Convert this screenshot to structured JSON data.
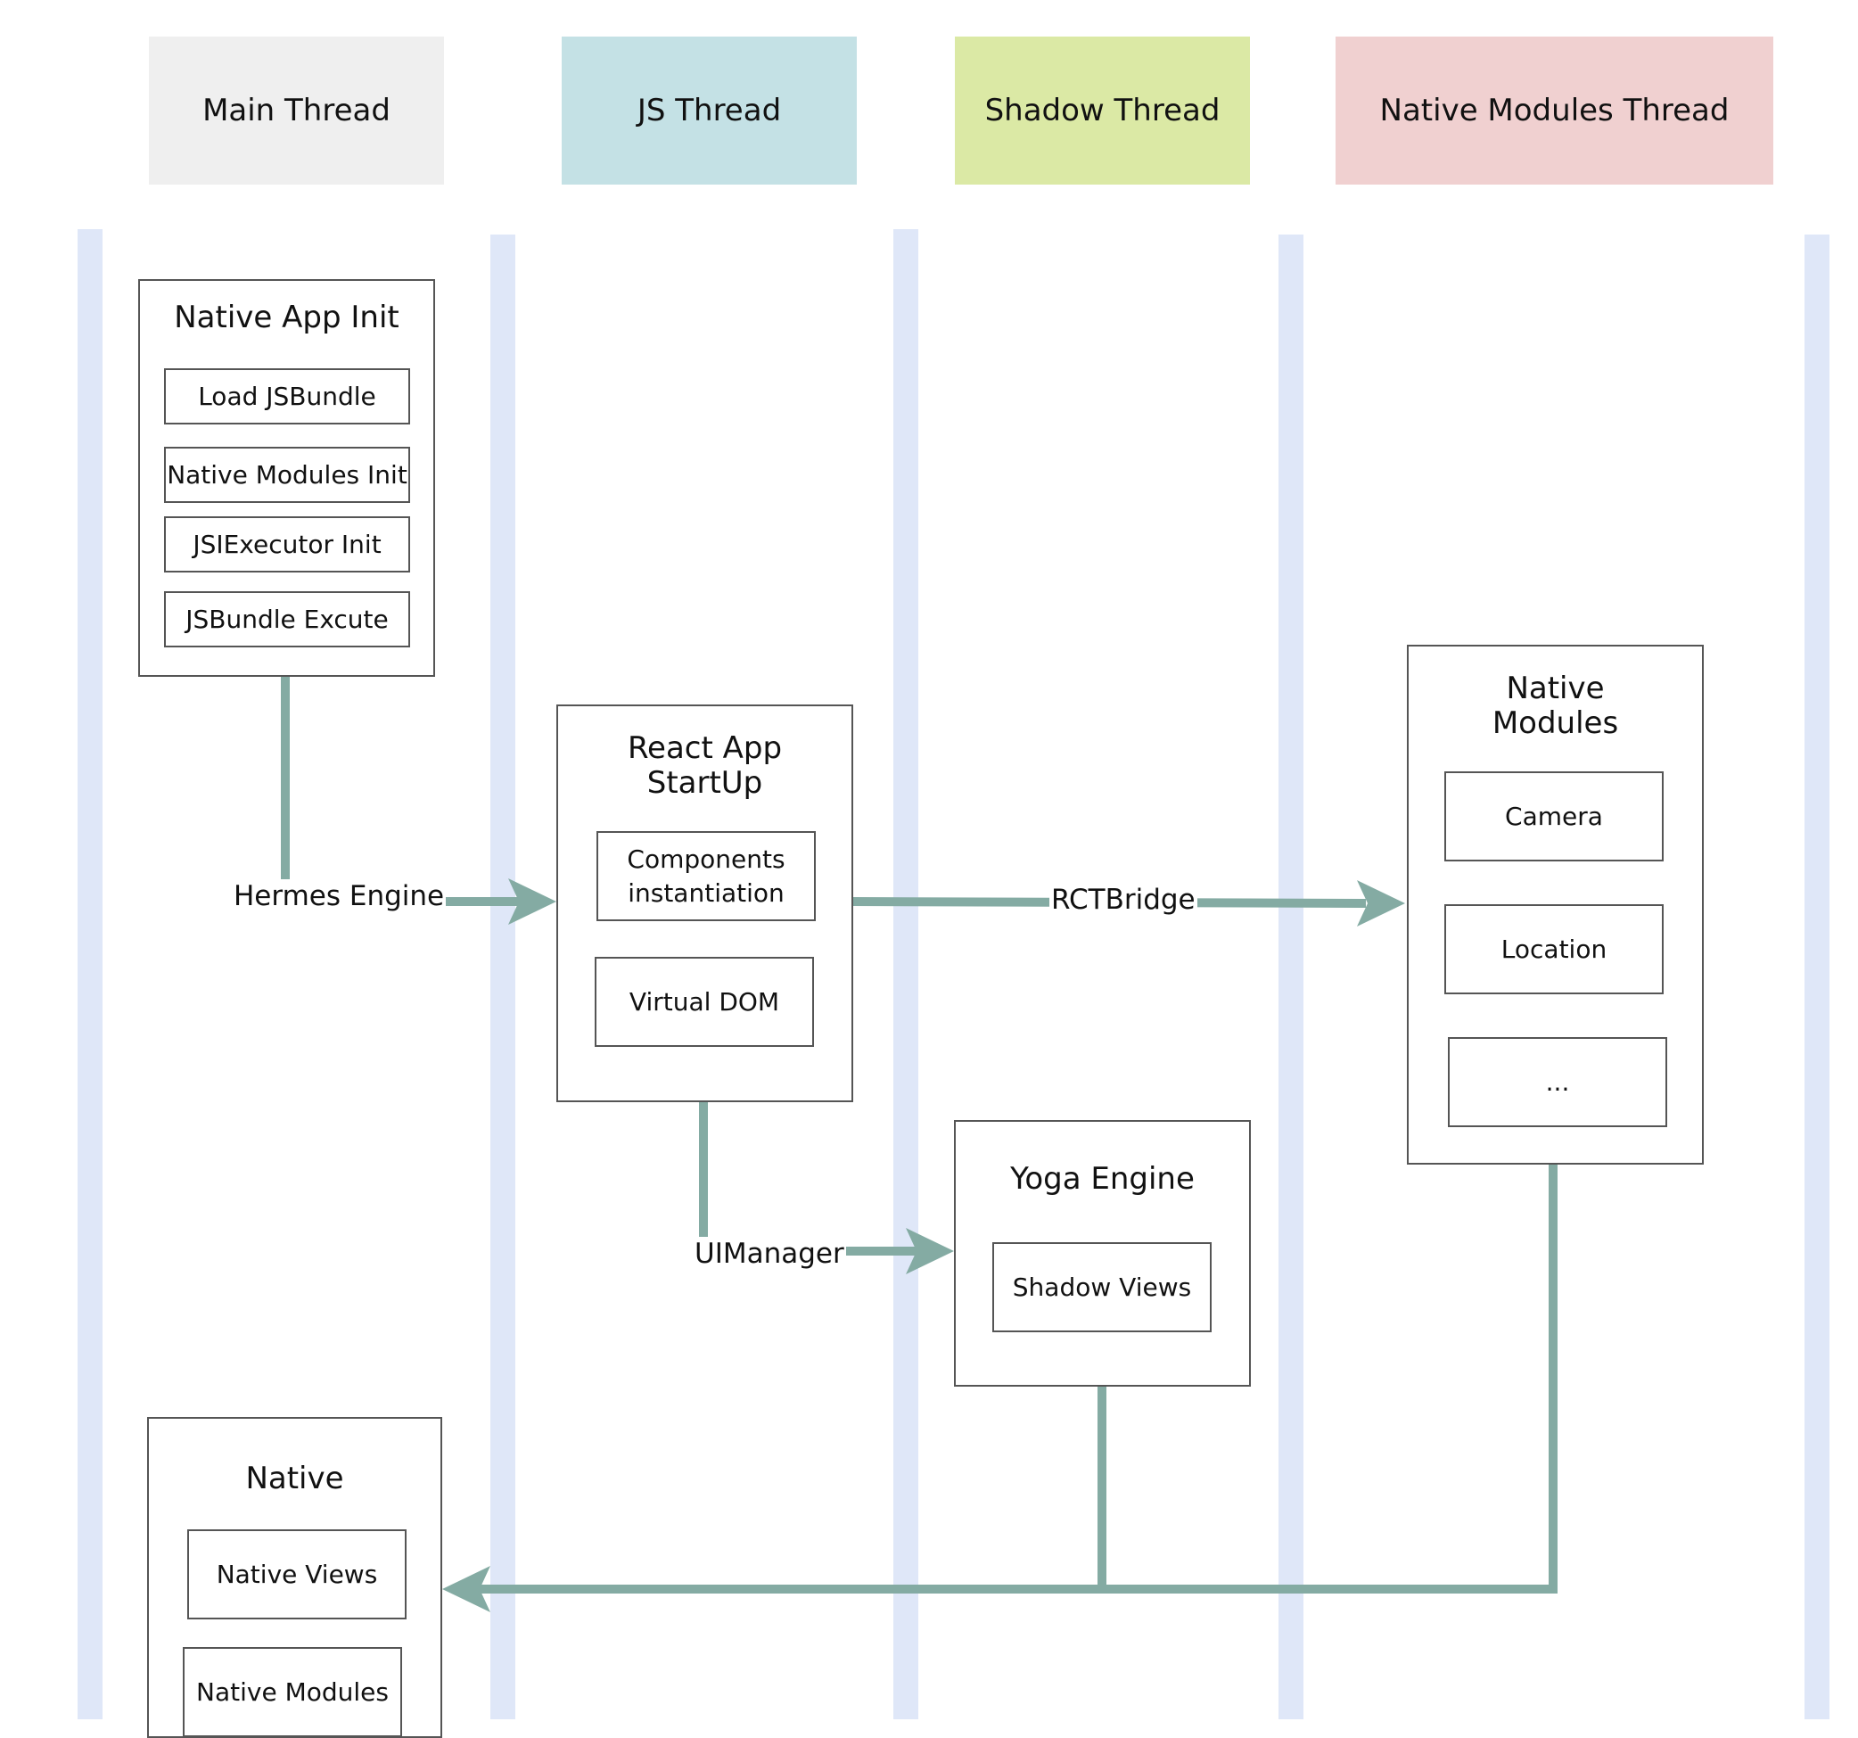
{
  "lanes": {
    "main": {
      "title": "Main Thread",
      "color": "#efefef"
    },
    "js": {
      "title": "JS Thread",
      "color": "#c4e1e5"
    },
    "shadow": {
      "title": "Shadow Thread",
      "color": "#dbe9a5"
    },
    "native": {
      "title": "Native Modules Thread",
      "color": "#f0d0d0"
    }
  },
  "boxes": {
    "native_app_init": {
      "title": "Native App Init",
      "items": [
        "Load JSBundle",
        "Native Modules Init",
        "JSIExecutor Init",
        "JSBundle Excute"
      ]
    },
    "react_app": {
      "title": "React App\nStartUp",
      "items": [
        "Components\ninstantiation",
        "Virtual DOM"
      ]
    },
    "native_modules": {
      "title": "Native\nModules",
      "items": [
        "Camera",
        "Location",
        "..."
      ]
    },
    "yoga_engine": {
      "title": "Yoga Engine",
      "items": [
        "Shadow Views"
      ]
    },
    "native": {
      "title": "Native",
      "items": [
        "Native Views",
        "Native Modules"
      ]
    }
  },
  "edges": {
    "hermes": "Hermes Engine",
    "rctbridge": "RCTBridge",
    "uimanager": "UIManager"
  },
  "colors": {
    "connector": "#84aba3",
    "lane_rule": "#dfe7f8",
    "box_border": "#555555"
  }
}
